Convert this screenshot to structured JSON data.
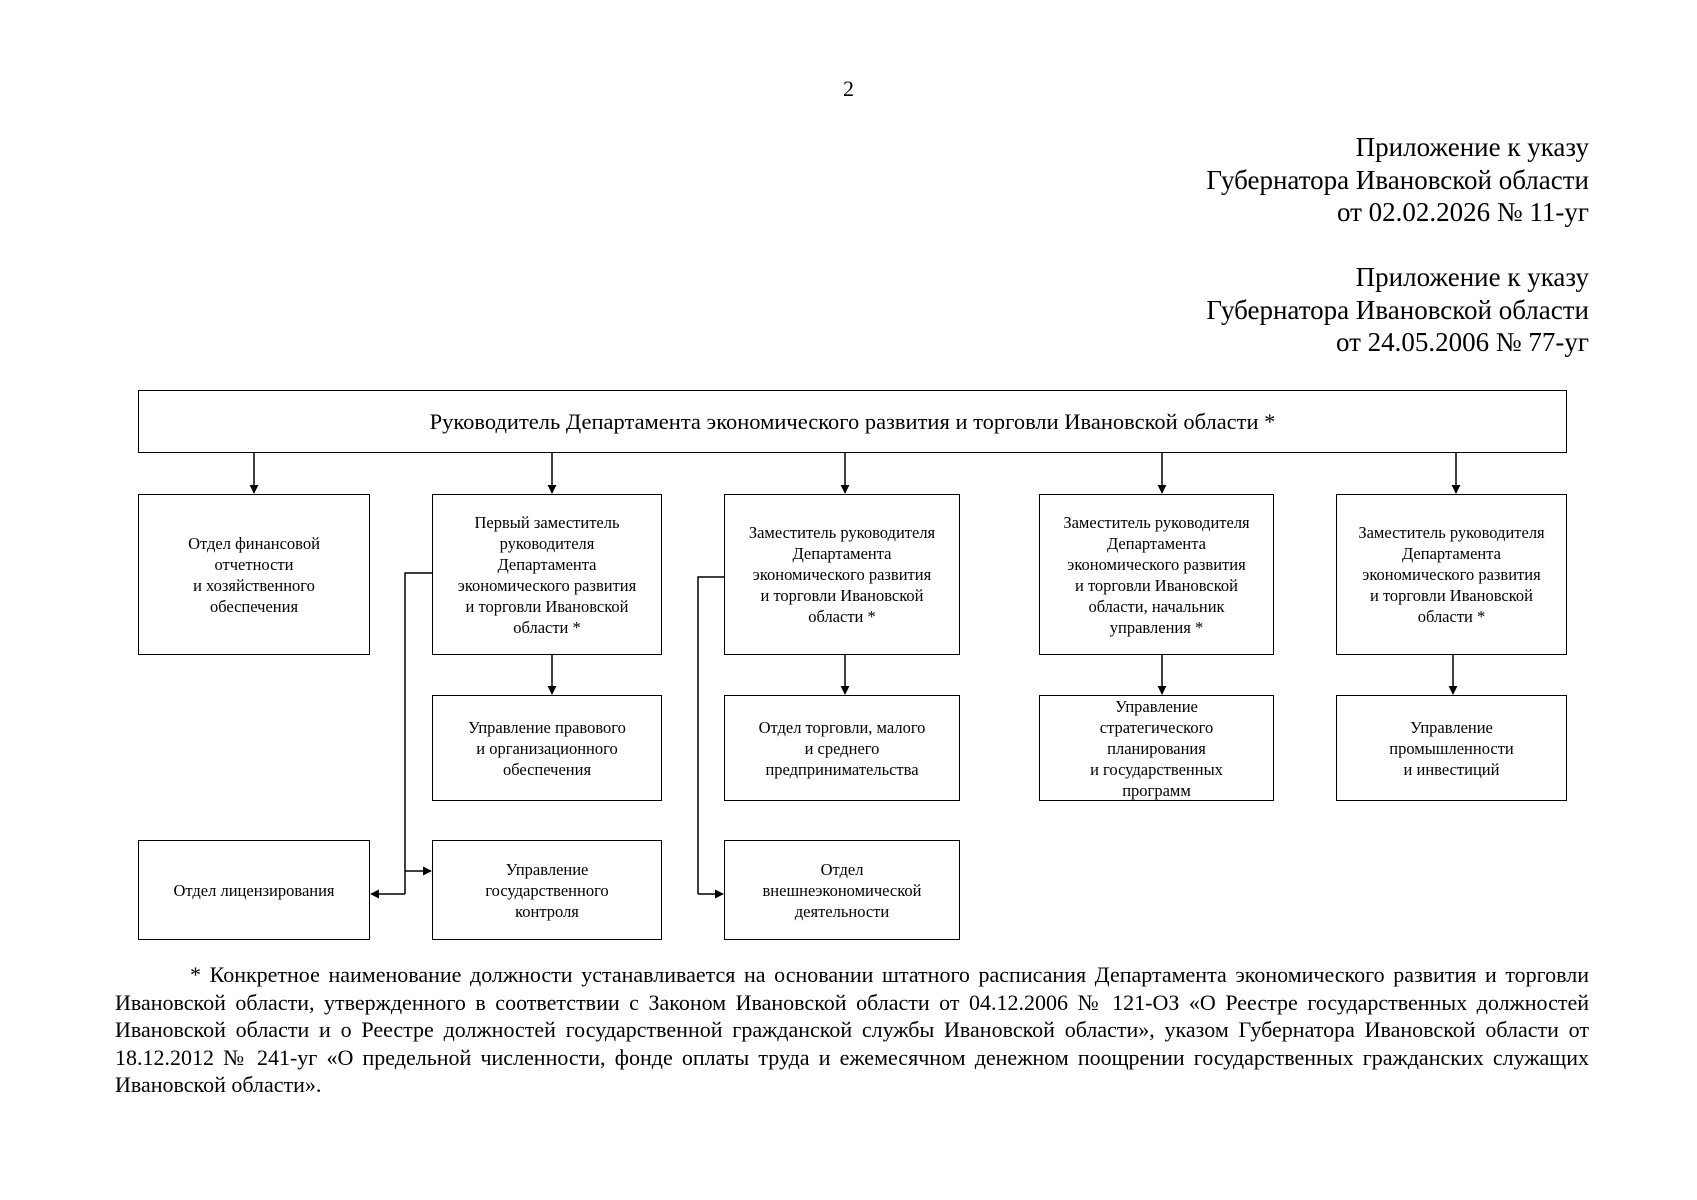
{
  "page_number": "2",
  "annex_current": [
    "Приложение к указу",
    "Губернатора Ивановской области",
    "от 02.02.2026 № 11-уг"
  ],
  "annex_previous": [
    "Приложение к указу",
    "Губернатора Ивановской области",
    "от 24.05.2006 № 77-уг"
  ],
  "org_chart": {
    "head": "Руководитель Департамента экономического развития и торговли Ивановской области *",
    "finance_dept": "Отдел финансовой\nотчетности\nи хозяйственного\nобеспечения",
    "first_deputy": "Первый заместитель\nруководителя\nДепартамента\nэкономического развития\nи торговли Ивановской\nобласти *",
    "deputy_trade": "Заместитель руководителя\nДепартамента\nэкономического развития\nи торговли Ивановской\nобласти *",
    "deputy_strategy": "Заместитель руководителя\nДепартамента\nэкономического развития\nи торговли Ивановской\nобласти, начальник\nуправления *",
    "deputy_industry": "Заместитель руководителя\nДепартамента\nэкономического развития\nи торговли Ивановской\nобласти *",
    "legal_dept": "Управление правового\nи организационного\nобеспечения",
    "trade_dept": "Отдел торговли, малого\nи среднего\nпредпринимательства",
    "strategy_dept": "Управление\nстратегического\nпланирования\nи государственных\nпрограмм",
    "industry_dept": "Управление\nпромышленности\nи инвестиций",
    "licensing_dept": "Отдел лицензирования",
    "control_dept": "Управление\nгосударственного\nконтроля",
    "foreign_econ_dept": "Отдел\nвнешнеэкономической\nдеятельности"
  },
  "footnote": "* Конкретное наименование должности устанавливается на основании штатного расписания Департамента экономического развития и торговли Ивановской области, утвержденного в соответствии с Законом Ивановской области от 04.12.2006 № 121-ОЗ «О Реестре государственных должностей Ивановской области и о Реестре должностей государственной гражданской службы Ивановской области», указом Губернатора Ивановской области от 18.12.2012 № 241-уг «О предельной численности, фонде оплаты труда и ежемесячном денежном поощрении государственных гражданских служащих Ивановской области»."
}
